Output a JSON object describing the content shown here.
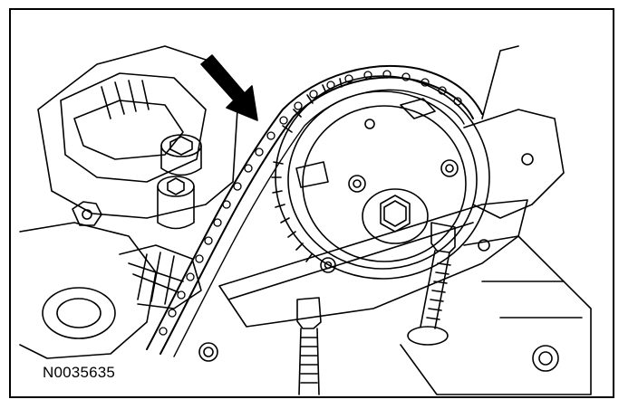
{
  "figure": {
    "reference_id": "N0035635",
    "colors": {
      "ink": "#000000",
      "paper": "#ffffff"
    },
    "callouts": [
      {
        "kind": "arrow",
        "icon": "arrow-icon",
        "target": "timing-chain"
      }
    ]
  }
}
